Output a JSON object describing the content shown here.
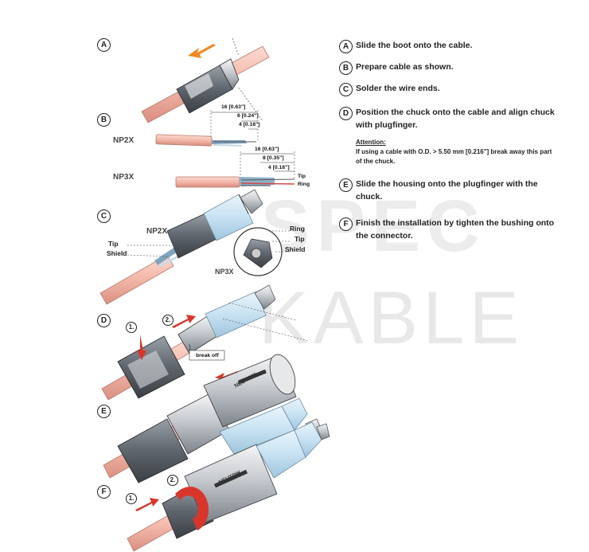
{
  "watermark": {
    "line1": "SPEC",
    "line2": "KABLE"
  },
  "steps": [
    {
      "letter": "A",
      "text": "Slide the boot onto the cable."
    },
    {
      "letter": "B",
      "text": "Prepare cable as shown."
    },
    {
      "letter": "C",
      "text": "Solder the wire ends."
    },
    {
      "letter": "D",
      "text": "Position the chuck onto the cable and align chuck with plugfinger."
    },
    {
      "letter": "E",
      "text": "Slide the housing onto the plugfinger with the chuck."
    },
    {
      "letter": "F",
      "text": "Finish the installation by tighten the bushing onto the connector."
    }
  ],
  "attention": {
    "title": "Attention:",
    "body": "If using a cable with O.D. > 5.50 mm [0.216\"] break away this part of the chuck."
  },
  "diagram": {
    "labels": [
      "A",
      "B",
      "C",
      "D",
      "E",
      "F"
    ],
    "np2x": "NP2X",
    "np3x": "NP3X",
    "dim_np2x": [
      "16 [0.63\"]",
      "6 [0.24\"]",
      "4 [0.16\"]"
    ],
    "dim_np3x": [
      "16 [0.63\"]",
      "8 [0.35\"]",
      "4 [0.16\"]"
    ],
    "tip": "Tip",
    "ring": "Ring",
    "shield": "Shield",
    "np3x_c": "NP3X",
    "np2x_c": "NP2X",
    "step1": "1.",
    "step2": "2.",
    "break_off": "break off",
    "brand": "NEUTRIK"
  },
  "colors": {
    "cable": "#f2b7a9",
    "arrow_orange": "#f08a24",
    "arrow_red": "#d9362b",
    "metal": "#b7bcc2"
  }
}
